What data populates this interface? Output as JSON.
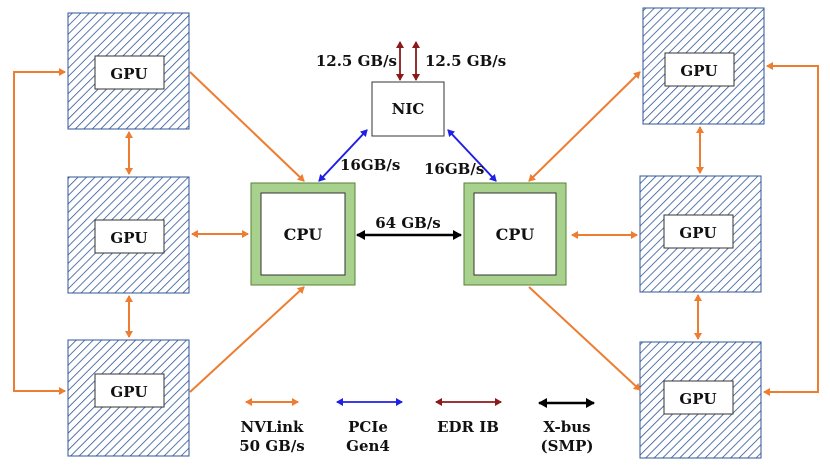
{
  "nodes": {
    "gpu_label": "GPU",
    "cpu_label": "CPU",
    "nic_label": "NIC"
  },
  "links": {
    "nic_up_left": "12.5 GB/s",
    "nic_up_right": "12.5 GB/s",
    "nic_cpu_left": "16GB/s",
    "nic_cpu_right": "16GB/s",
    "cpu_cpu": "64 GB/s"
  },
  "legend": [
    {
      "line1": "NVLink",
      "line2": "50 GB/s",
      "color": "#ED7D31"
    },
    {
      "line1": "PCIe",
      "line2": "Gen4",
      "color": "#1F1FE6"
    },
    {
      "line1": "EDR IB",
      "line2": "",
      "color": "#8B1A1A"
    },
    {
      "line1": "X-bus",
      "line2": "(SMP)",
      "color": "#000000"
    }
  ],
  "colors": {
    "nvlink": "#ED7D31",
    "pcie": "#1F1FE6",
    "edr": "#8B1A1A",
    "xbus": "#000000",
    "gpu_hatch": "#2F5597",
    "cpu_border": "#A9D18E",
    "cpu_border_dark": "#548235"
  }
}
